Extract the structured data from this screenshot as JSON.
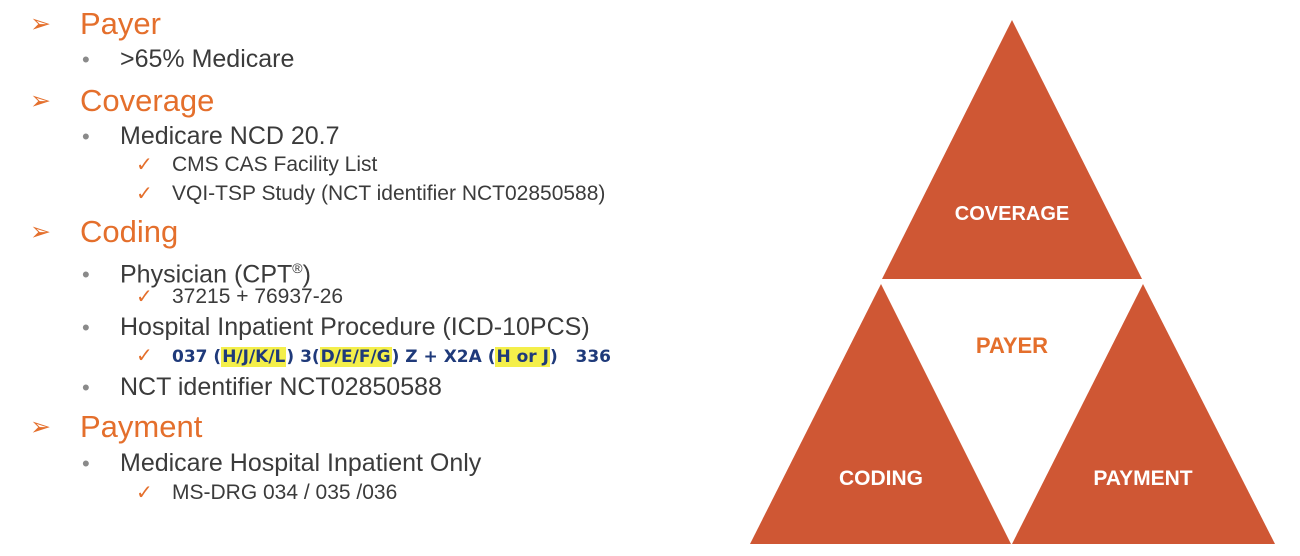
{
  "outline": {
    "payer": {
      "heading": "Payer",
      "bullets": [
        ">65% Medicare"
      ]
    },
    "coverage": {
      "heading": "Coverage",
      "bullet": "Medicare NCD 20.7",
      "checks": [
        "CMS CAS Facility List",
        "VQI-TSP Study (NCT identifier NCT02850588)"
      ]
    },
    "coding": {
      "heading": "Coding",
      "physician": "Physician (CPT",
      "physician_reg": "®",
      "physician_close": ")",
      "physician_check": "37215 + 76937-26",
      "hospital": "Hospital Inpatient Procedure (ICD-10PCS)",
      "code_parts": {
        "p1": "037 (",
        "p2": "H/J/K/L",
        "p3": ") 3(",
        "p4": "D/E/F/G",
        "p5": ") Z + X2A (",
        "p6": "H or J",
        "p7": ")",
        "p8": "336"
      },
      "nct": "NCT identifier NCT02850588"
    },
    "payment": {
      "heading": "Payment",
      "bullet": "Medicare Hospital Inpatient Only",
      "check": "MS-DRG 034 / 035 /036"
    }
  },
  "diagram": {
    "top_label": "COVERAGE",
    "center_label": "PAYER",
    "left_label": "CODING",
    "right_label": "PAYMENT",
    "fill_color": "#cf5734",
    "center_text_color": "#e46f2c"
  },
  "glyphs": {
    "arrow": "➢",
    "dot": "•",
    "check": "✓"
  }
}
